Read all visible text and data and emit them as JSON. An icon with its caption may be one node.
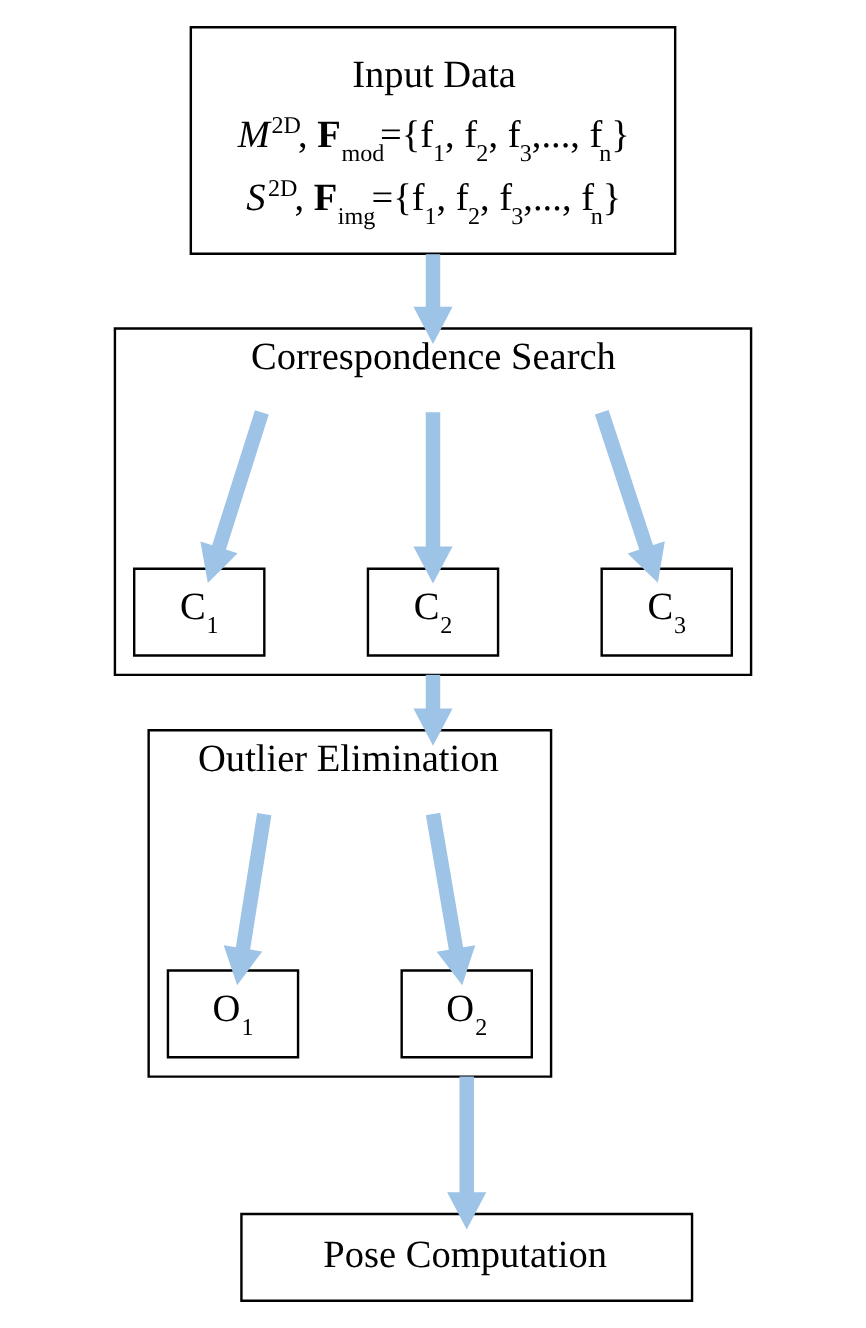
{
  "diagram": {
    "nodes": [
      {
        "text": [
          "Input Data",
          "*M*$^{2D}$, **F**$_{mod}$={f$_{1}$, f$_{2}$, f$_{3}$,..., f$_{n}$}",
          "*S*$^{2D}$, **F**$_{img}$={f$_{1}$, f$_{2}$, f$_{3}$,..., f$_{n}$}"
        ]
      },
      {
        "text": [
          "Correspondence Search"
        ]
      },
      {
        "text": [
          "C$_{1}$"
        ],
        "in": 1
      },
      {
        "text": [
          "C$_{2}$"
        ],
        "in": 1
      },
      {
        "text": [
          "C$_{3}$"
        ],
        "in": 1
      },
      {
        "text": [
          "Outlier Elimination"
        ]
      },
      {
        "text": [
          "O$_{1}$"
        ],
        "in": 5
      },
      {
        "text": [
          "O$_{2}$"
        ],
        "in": 5
      },
      {
        "text": [
          "Pose Computation"
        ]
      }
    ],
    "edges": [
      {
        "from": 0,
        "to": 1,
        "arrow": "to"
      },
      {
        "from": null,
        "to": 2,
        "arrow": "to"
      },
      {
        "from": null,
        "to": 3,
        "arrow": "to"
      },
      {
        "from": null,
        "to": 4,
        "arrow": "to"
      },
      {
        "from": 1,
        "to": 5,
        "arrow": "to"
      },
      {
        "from": null,
        "to": 6,
        "arrow": "to"
      },
      {
        "from": null,
        "to": 7,
        "arrow": "to"
      },
      {
        "from": 5,
        "to": 8,
        "arrow": "to"
      }
    ]
  }
}
